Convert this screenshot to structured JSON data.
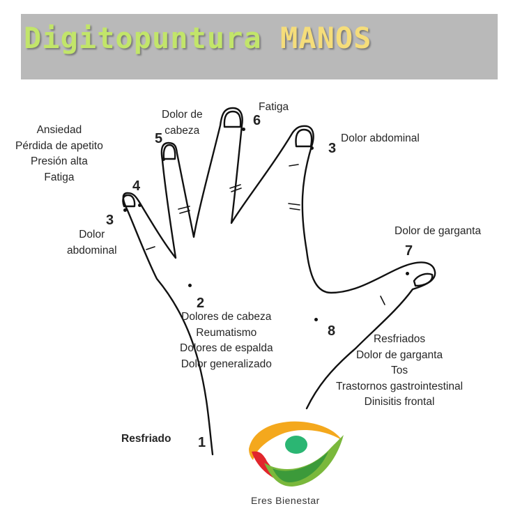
{
  "header": {
    "title_part1": "Digitopuntura",
    "title_part2": "MANOS",
    "color_part1": "#c2e56a",
    "color_part2": "#f5dd7a",
    "bar_color": "#b9b9b9"
  },
  "points": [
    {
      "number": "1",
      "labels": [
        "Resfriado"
      ]
    },
    {
      "number": "2",
      "labels": [
        "Dolores de cabeza",
        "Reumatismo",
        "Dolores de espalda",
        "Dolor generalizado"
      ]
    },
    {
      "number": "3",
      "labels": [
        "Dolor",
        "abdominal"
      ]
    },
    {
      "number": "3",
      "labels": [
        "Dolor abdominal"
      ]
    },
    {
      "number": "4",
      "labels": [
        "Ansiedad",
        "Pérdida de apetito",
        "Presión alta",
        "Fatiga"
      ]
    },
    {
      "number": "5",
      "labels": [
        "Dolor de",
        "cabeza"
      ]
    },
    {
      "number": "6",
      "labels": [
        "Fatiga"
      ]
    },
    {
      "number": "7",
      "labels": [
        "Dolor de garganta"
      ]
    },
    {
      "number": "8",
      "labels": [
        "Resfriados",
        "Dolor de garganta",
        "Tos",
        "Trastornos gastrointestinal",
        "Dinisitis frontal"
      ]
    }
  ],
  "brand": {
    "name": "Eres Bienestar"
  }
}
